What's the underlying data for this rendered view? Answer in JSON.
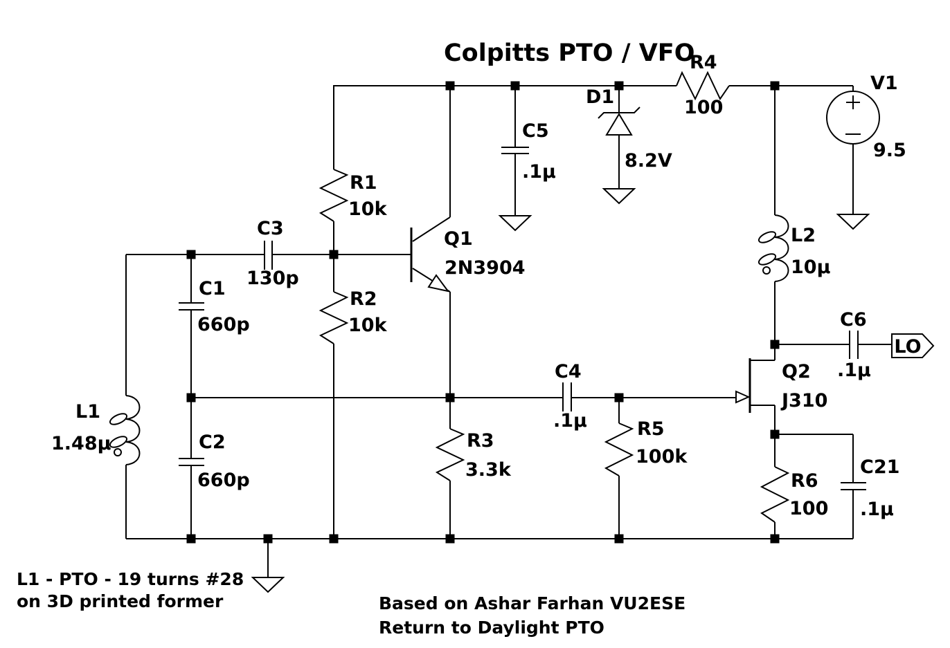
{
  "title": "Colpitts PTO / VFO",
  "components": {
    "r1": {
      "name": "R1",
      "value": "10k"
    },
    "r2": {
      "name": "R2",
      "value": "10k"
    },
    "r3": {
      "name": "R3",
      "value": "3.3k"
    },
    "r4": {
      "name": "R4",
      "value": "100"
    },
    "r5": {
      "name": "R5",
      "value": "100k"
    },
    "r6": {
      "name": "R6",
      "value": "100"
    },
    "c1": {
      "name": "C1",
      "value": "660p"
    },
    "c2": {
      "name": "C2",
      "value": "660p"
    },
    "c3": {
      "name": "C3",
      "value": "130p"
    },
    "c4": {
      "name": "C4",
      "value": ".1µ"
    },
    "c5": {
      "name": "C5",
      "value": ".1µ"
    },
    "c6": {
      "name": "C6",
      "value": ".1µ"
    },
    "c21": {
      "name": "C21",
      "value": ".1µ"
    },
    "l1": {
      "name": "L1",
      "value": "1.48µ"
    },
    "l2": {
      "name": "L2",
      "value": "10µ"
    },
    "q1": {
      "name": "Q1",
      "value": "2N3904"
    },
    "q2": {
      "name": "Q2",
      "value": "J310"
    },
    "d1": {
      "name": "D1",
      "value": "8.2V"
    },
    "v1": {
      "name": "V1",
      "value": "9.5"
    }
  },
  "output_flag": {
    "label": "LO"
  },
  "notes": {
    "line1": "L1 - PTO - 19 turns #28",
    "line2": "on 3D printed former"
  },
  "credits": {
    "line1": "Based on Ashar Farhan VU2ESE",
    "line2": "Return to Daylight PTO"
  },
  "colors": {
    "wire": "#000000",
    "background": "#ffffff"
  }
}
